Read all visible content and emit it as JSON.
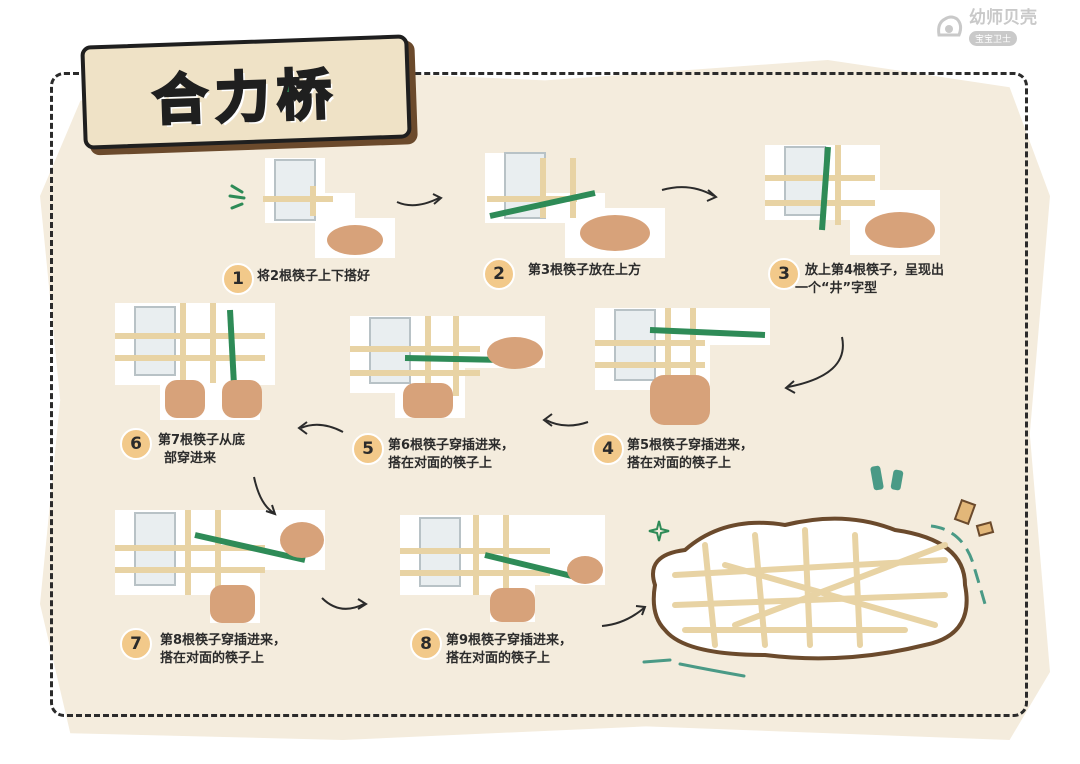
{
  "title": "合力桥",
  "logo": {
    "name": "幼师贝壳",
    "sub": "宝宝卫士"
  },
  "colors": {
    "accent": "#2e8b57",
    "badge": "#f2c98a",
    "paper": "#f4ecdd",
    "stick": "#e8d3a4",
    "green_stick": "#2e8b57"
  },
  "steps": [
    {
      "num": "1",
      "lines": [
        "将2根筷子上下搭好"
      ]
    },
    {
      "num": "2",
      "lines": [
        "第3根筷子放在上方"
      ]
    },
    {
      "num": "3",
      "lines": [
        "放上第4根筷子，呈现出",
        "一个“井”字型"
      ]
    },
    {
      "num": "4",
      "lines": [
        "第5根筷子穿插进来，",
        "搭在对面的筷子上"
      ]
    },
    {
      "num": "5",
      "lines": [
        "第6根筷子穿插进来，",
        "搭在对面的筷子上"
      ]
    },
    {
      "num": "6",
      "lines": [
        "第7根筷子从底",
        "部穿进来"
      ]
    },
    {
      "num": "7",
      "lines": [
        "第8根筷子穿插进来，",
        "搭在对面的筷子上"
      ]
    },
    {
      "num": "8",
      "lines": [
        "第9根筷子穿插进来，",
        "搭在对面的筷子上"
      ]
    }
  ]
}
